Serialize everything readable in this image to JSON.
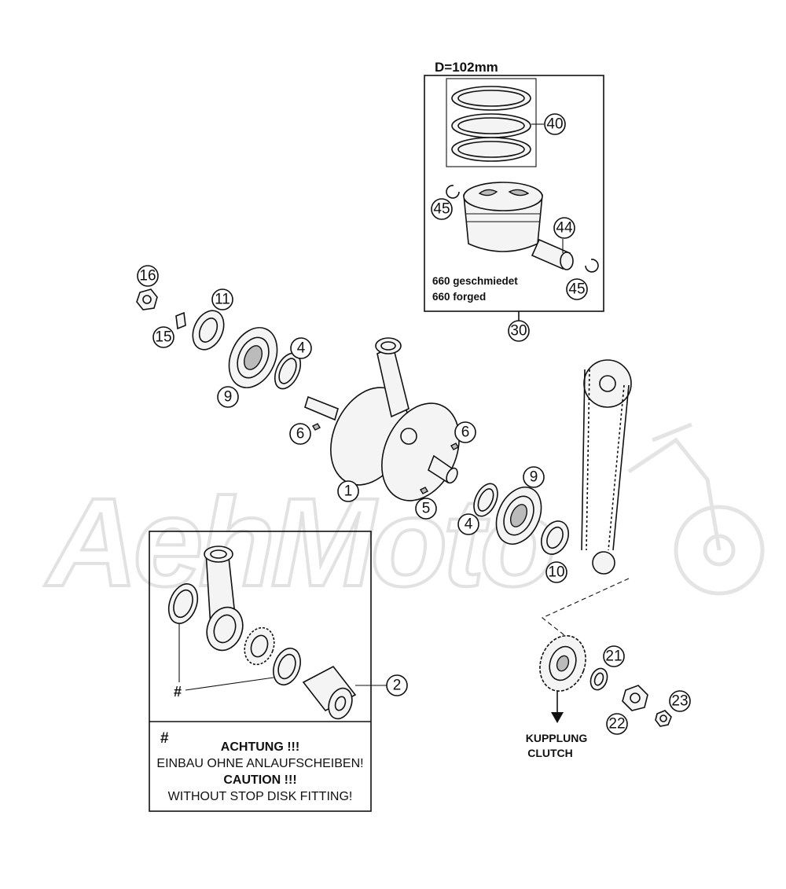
{
  "watermark": "AehMoto",
  "piston_box": {
    "diameter_label": "D=102mm",
    "material_line1": "660 geschmiedet",
    "material_line2": "660 forged"
  },
  "clutch_label": {
    "line1": "KUPPLUNG",
    "line2": "CLUTCH"
  },
  "stop_disk_marker": "#",
  "warning_box": {
    "marker": "#",
    "line1": "ACHTUNG !!!",
    "line2": "EINBAU OHNE ANLAUFSCHEIBEN!",
    "line3": "CAUTION !!!",
    "line4": "WITHOUT STOP DISK FITTING!"
  },
  "callouts": {
    "c1": "1",
    "c2": "2",
    "c4a": "4",
    "c4b": "4",
    "c5": "5",
    "c6a": "6",
    "c6b": "6",
    "c9a": "9",
    "c9b": "9",
    "c10": "10",
    "c11": "11",
    "c15": "15",
    "c16": "16",
    "c21": "21",
    "c22": "22",
    "c23": "23",
    "c30": "30",
    "c40": "40",
    "c44": "44",
    "c45a": "45",
    "c45b": "45"
  }
}
